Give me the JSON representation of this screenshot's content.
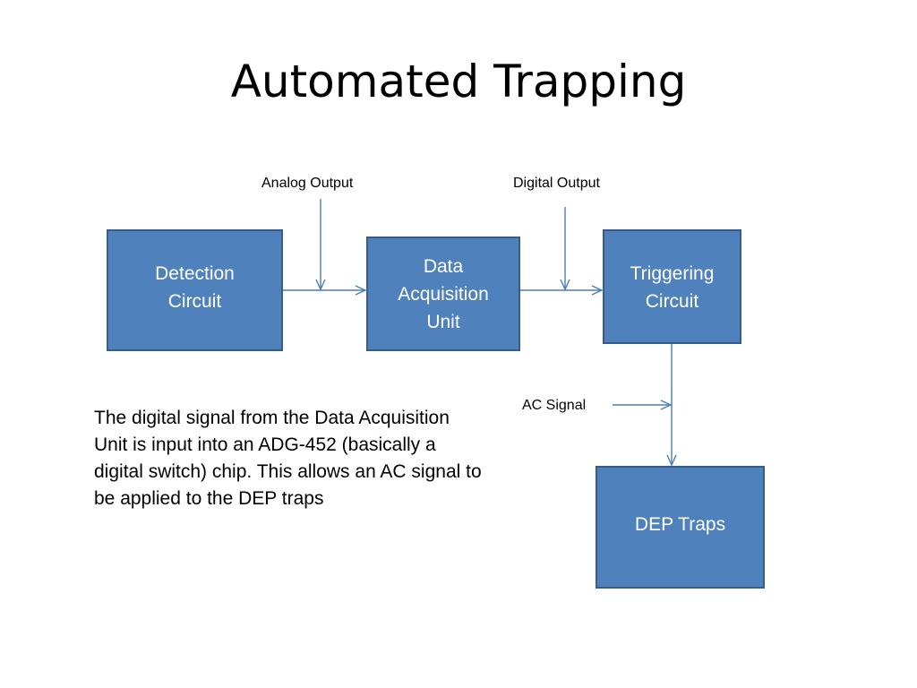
{
  "slide": {
    "title": "Automated Trapping"
  },
  "blocks": {
    "detection": "Detection\nCircuit",
    "daq": "Data\nAcquisition\nUnit",
    "triggering": "Triggering\nCircuit",
    "dep_traps": "DEP Traps"
  },
  "signals": {
    "analog_output": "Analog Output",
    "digital_output": "Digital Output",
    "ac_signal": "AC Signal"
  },
  "description": "The digital signal from the Data Acquisition Unit is input into an ADG-452 (basically a digital switch) chip. This allows an AC signal to be applied to the DEP traps",
  "colors": {
    "box_fill": "#4f81bd",
    "box_border": "#385d8a",
    "connector": "#4a7ebb"
  }
}
